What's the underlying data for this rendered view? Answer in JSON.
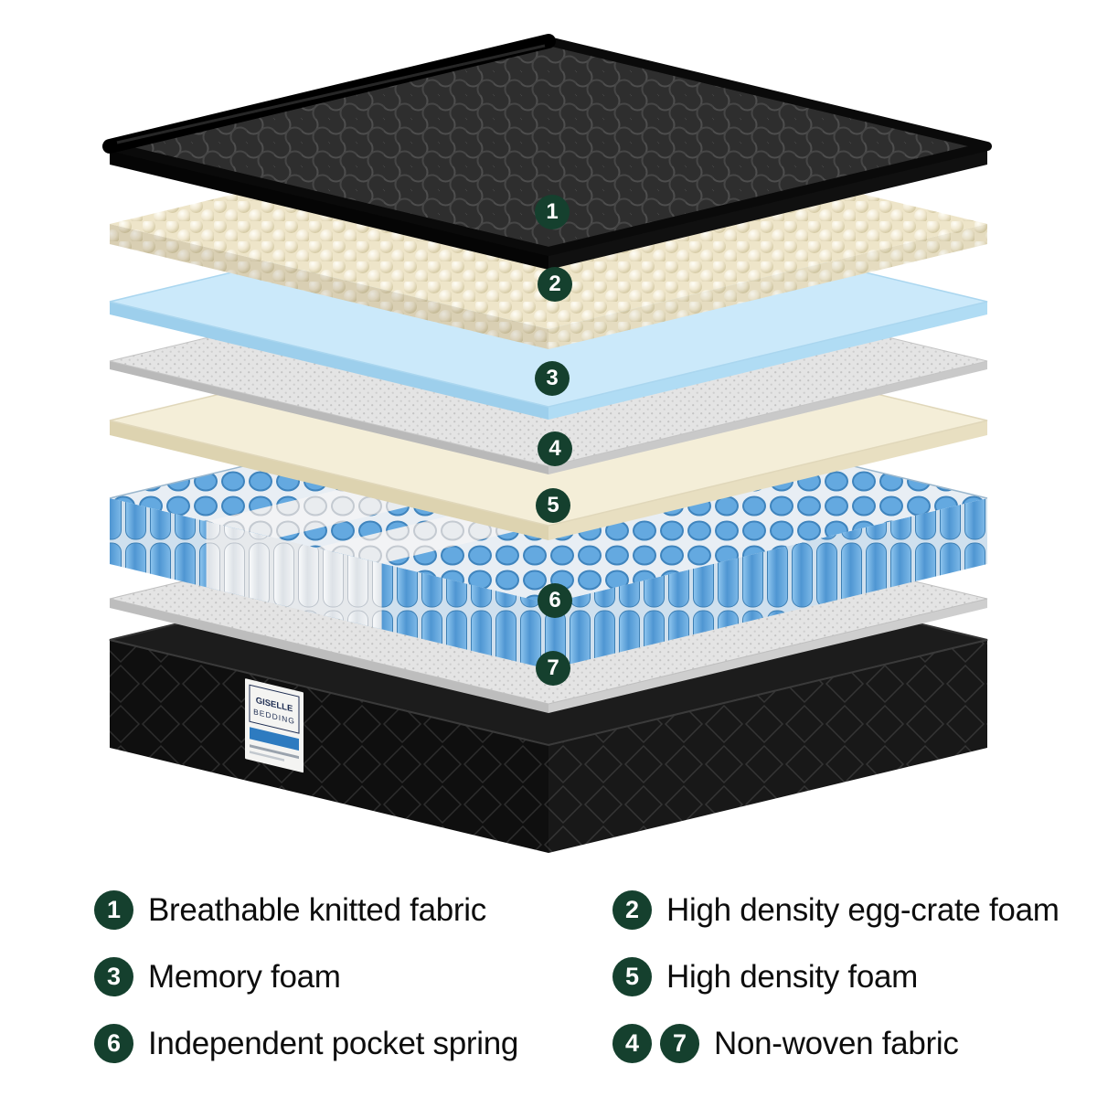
{
  "illustration": {
    "badges": [
      {
        "num": "1"
      },
      {
        "num": "2"
      },
      {
        "num": "3"
      },
      {
        "num": "4"
      },
      {
        "num": "5"
      },
      {
        "num": "6"
      },
      {
        "num": "7"
      }
    ],
    "base_label": {
      "line1": "GISELLE",
      "line2": "BEDDING"
    }
  },
  "legend": {
    "rows": [
      {
        "left": {
          "num": "1",
          "label": "Breathable knitted fabric"
        },
        "right": {
          "num": "2",
          "label": "High density egg-crate foam"
        }
      },
      {
        "left": {
          "num": "3",
          "label": "Memory foam"
        },
        "right": {
          "num": "5",
          "label": "High density foam"
        }
      },
      {
        "left": {
          "num": "6",
          "label": "Independent pocket spring"
        },
        "right": {
          "num": "4",
          "num2": "7",
          "label": "Non-woven fabric"
        }
      }
    ]
  },
  "colors": {
    "badge_green": "#15402e",
    "spring_blue": "#5a9fd6",
    "memory_foam_blue": "#cbe9fa",
    "foam_cream": "#f4eed8",
    "fabric_gray": "#e4e4e4",
    "egg_foam_cream": "#f1e9d2",
    "base_black": "#101010"
  }
}
